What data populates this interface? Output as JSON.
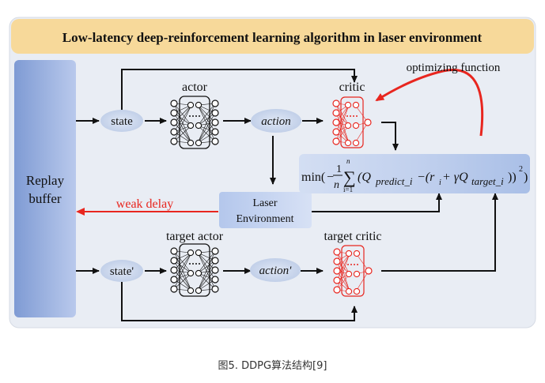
{
  "title": "Low-latency deep-reinforcement learning algorithm in laser environment",
  "replay_buffer": {
    "line1": "Replay",
    "line2": "buffer"
  },
  "nodes": {
    "state": "state",
    "state_prime": "state'",
    "action": "action",
    "action_prime": "action'",
    "actor": "actor",
    "critic": "critic",
    "target_actor": "target actor",
    "target_critic": "target critic",
    "laser_line1": "Laser",
    "laser_line2": "Environment"
  },
  "labels": {
    "optimizing_function": "optimizing function",
    "weak_delay": "weak delay"
  },
  "formula": {
    "min": "min(",
    "minus": "−",
    "frac_num": "1",
    "frac_den": "n",
    "sum_top": "n",
    "sum_bottom": "i=1",
    "q_open": "(Q",
    "q_predict_sub": "predict_i",
    "mid": " −(r",
    "r_sub": "i",
    "plus_gamma": " + γQ",
    "q_target_sub": "target_i",
    "close": "))",
    "power": "2",
    "end": ")"
  },
  "caption": "图5. DDPG算法结构[9]",
  "colors": {
    "title_bg": "#f7d99a",
    "panel_bg": "#e8ecf3",
    "blue_box": "#8fa9dc",
    "ellipse": "#c6d3ea",
    "red": "#e8261f",
    "black": "#111111"
  }
}
